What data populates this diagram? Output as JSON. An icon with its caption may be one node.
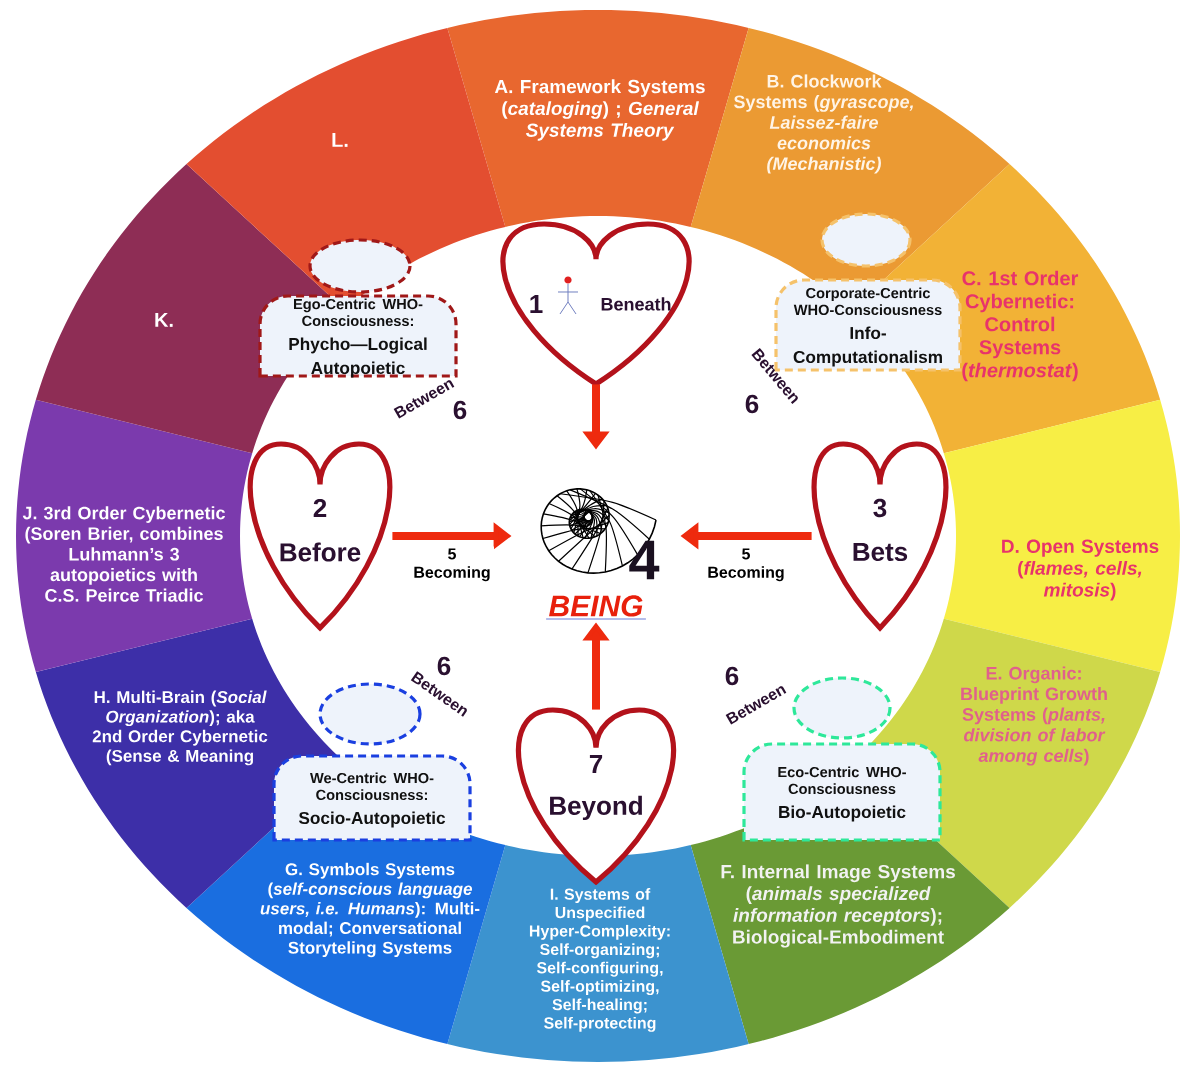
{
  "diagram": {
    "nodes": [
      {
        "text": [
          "A. Framework Systems (*cataloging*) ; *General Systems Theory*"
        ]
      },
      {
        "text": [
          "B. Clockwork Systems (*gyrascope, Laissez-faire economics (Mechanistic)*"
        ]
      },
      {
        "text": [
          "C. 1st Order Cybernetic: Control Systems (*thermostat*)"
        ]
      },
      {
        "text": [
          "D. Open Systems (*flames, cells, mitosis*)"
        ]
      },
      {
        "text": [
          "E. Organic: Blueprint Growth Systems (*plants, division of labor among cells*)"
        ]
      },
      {
        "text": [
          "F. Internal Image Systems (*animals specialized information receptors*); Biological-Embodiment"
        ]
      },
      {
        "text": [
          "I. Systems of Unspecified Hyper-Complexity: Self-organizing; Self-configuring, Self-optimizing, Self-healing; Self-protecting"
        ]
      },
      {
        "text": [
          "G. Symbols Systems (*self-conscious language users, i.e. Humans*): Multi-modal; Conversational Storyteling Systems"
        ]
      },
      {
        "text": [
          "H. Multi-Brain (*Social Organization*); aka 2nd Order Cybernetic (Sense & Meaning"
        ]
      },
      {
        "text": [
          "J. 3rd Order Cybernetic (Soren Brier, combines Luhmann’s 3 autopoietics with C.S. Peirce Triadic"
        ]
      },
      {
        "text": [
          "K."
        ]
      },
      {
        "text": [
          "L."
        ]
      },
      {
        "text": [
          "1",
          "Beneath"
        ]
      },
      {
        "text": [
          "2",
          "Before"
        ]
      },
      {
        "text": [
          "4",
          "BEING"
        ]
      },
      {
        "text": [
          "3",
          "Bets"
        ]
      },
      {
        "text": [
          "7",
          "Beyond"
        ]
      },
      {
        "text": [
          "Ego-Centric WHO-Consciousness:",
          "Phycho—Logical Autopoietic"
        ]
      },
      {
        "text": [
          "Corporate-Centric WHO-Consciousness",
          "Info-Computationalism"
        ]
      },
      {
        "text": [
          "We-Centric WHO-Consciousness:",
          "Socio-Autopoietic"
        ]
      },
      {
        "text": [
          "Eco-Centric WHO- Consciousness",
          "Bio-Autopoietic"
        ]
      }
    ],
    "edges": [
      {
        "from": 12,
        "to": 14,
        "arrow": "to"
      },
      {
        "from": 13,
        "to": 14,
        "arrow": "to",
        "label": "5 Becoming"
      },
      {
        "from": 15,
        "to": 14,
        "arrow": "to",
        "label": "5 Becoming"
      },
      {
        "from": 16,
        "to": 14,
        "arrow": "to"
      }
    ],
    "labels": [
      "Between",
      "6",
      "Between",
      "6",
      "Between",
      "6",
      "6",
      "Between"
    ]
  }
}
